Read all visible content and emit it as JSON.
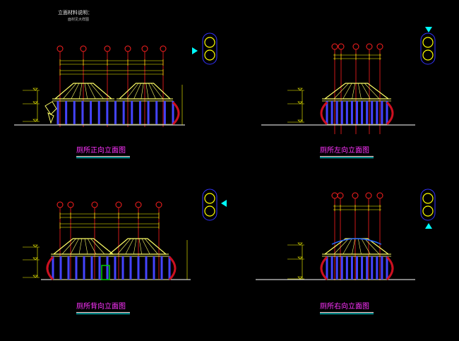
{
  "header": {
    "note_title": "立面材料说明：",
    "note_sub": "面材见大样图"
  },
  "views": [
    {
      "id": "front",
      "title": "厕所正向立面图",
      "arrow": "right"
    },
    {
      "id": "left",
      "title": "厕所左向立面图",
      "arrow": "down"
    },
    {
      "id": "back",
      "title": "厕所背向立面图",
      "arrow": "left"
    },
    {
      "id": "right",
      "title": "厕所右向立面图",
      "arrow": "up"
    }
  ],
  "colors": {
    "background": "#000000",
    "axis_bubble": "#ff2020",
    "roof": "#ffff66",
    "column": "#4444ff",
    "arch": "#cc1020",
    "title": "#ff33ff",
    "dim": "#ffff00",
    "ground": "#ffffff",
    "symbol": "#ffff00",
    "arrow": "#00ffff"
  }
}
